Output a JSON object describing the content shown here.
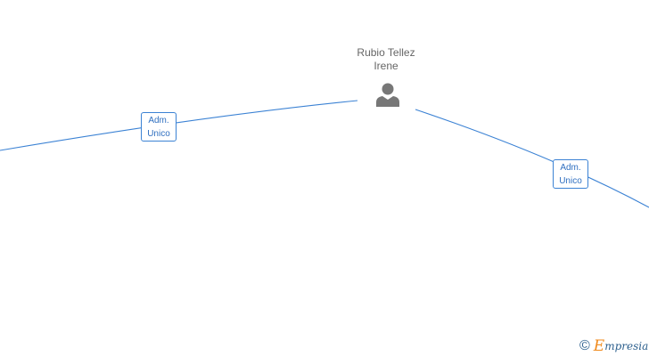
{
  "person": {
    "name_line1": "Rubio Tellez",
    "name_line2": "Irene",
    "icon": "person-icon"
  },
  "edges": [
    {
      "label_line1": "Adm.",
      "label_line2": "Unico"
    },
    {
      "label_line1": "Adm.",
      "label_line2": "Unico"
    }
  ],
  "footer": {
    "copyright_symbol": "©",
    "brand_initial": "E",
    "brand_rest": "mpresia"
  },
  "colors": {
    "edge": "#3b82d4",
    "label_text": "#2f6fc0",
    "node_text": "#666666",
    "icon": "#777777",
    "brand_orange": "#f08a1c",
    "brand_blue": "#2c5f8d"
  }
}
